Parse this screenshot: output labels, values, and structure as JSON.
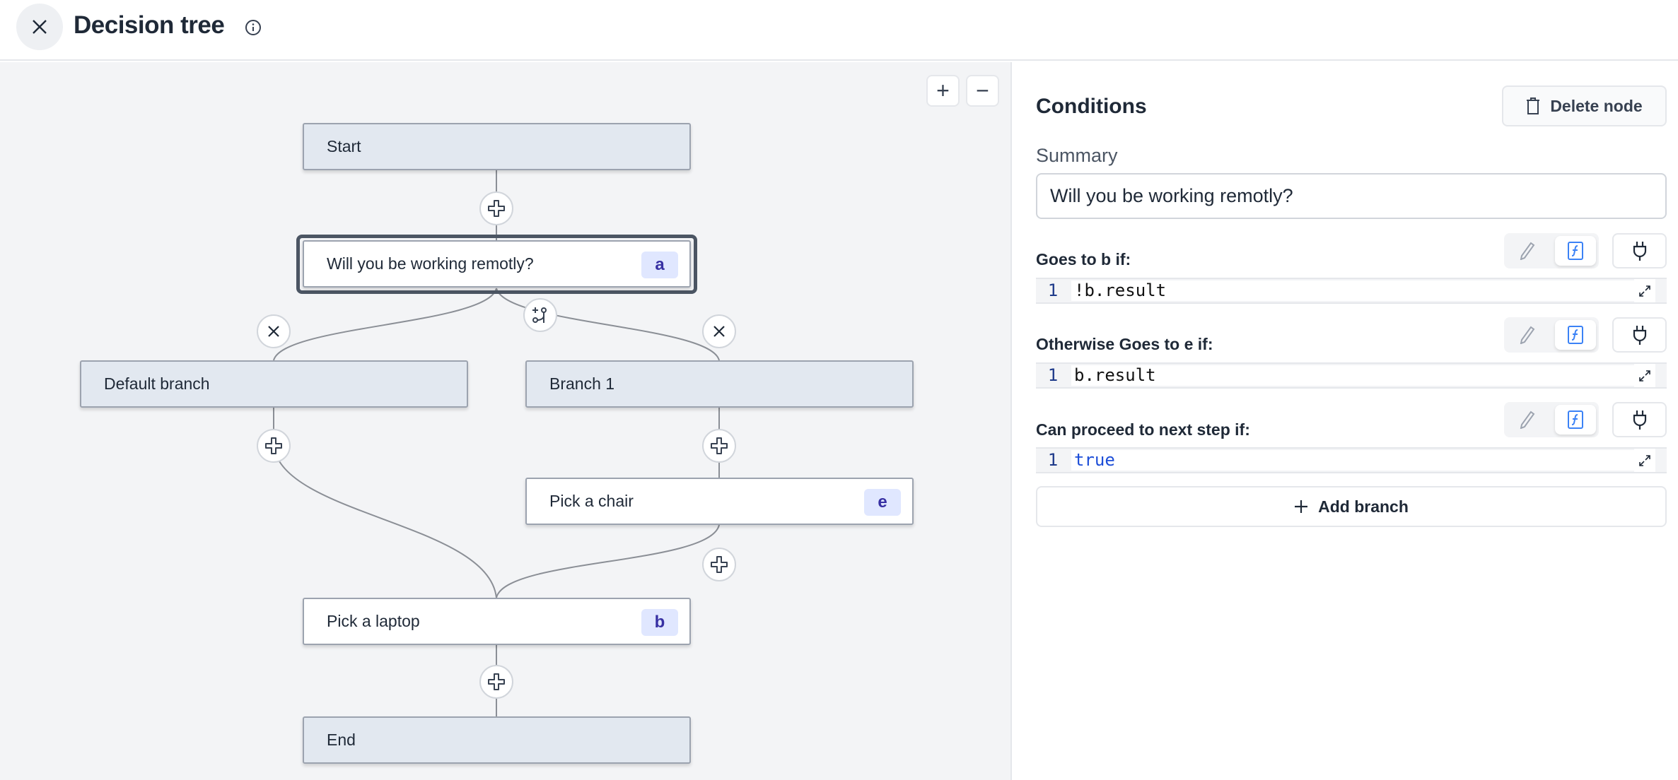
{
  "header": {
    "title": "Decision tree",
    "close_icon": "close-icon",
    "info_icon": "info-icon"
  },
  "canvas": {
    "zoom_in": "+",
    "zoom_out": "−",
    "nodes": [
      {
        "label": "Start"
      },
      {
        "label": "Will you be working remotly?",
        "badge": "a",
        "selected": true
      },
      {
        "label": "Default branch"
      },
      {
        "label": "Branch 1"
      },
      {
        "label": "Pick a chair",
        "badge": "e"
      },
      {
        "label": "Pick a laptop",
        "badge": "b"
      },
      {
        "label": "End"
      }
    ]
  },
  "panel": {
    "title": "Conditions",
    "delete_label": "Delete node",
    "summary_label": "Summary",
    "summary_value": "Will you be working remotly?",
    "conditions": [
      {
        "label": "Goes to b if:",
        "line": "1",
        "code": "!b.result"
      },
      {
        "label": "Otherwise Goes to e if:",
        "line": "1",
        "code": "b.result"
      },
      {
        "label": "Can proceed to next step if:",
        "line": "1",
        "code": "true"
      }
    ],
    "add_branch_label": "Add branch"
  },
  "colors": {
    "accent": "#3b82f6",
    "badge_bg": "#e0e7ff",
    "badge_text": "#3730a3",
    "keyword": "#1d4ed8"
  }
}
